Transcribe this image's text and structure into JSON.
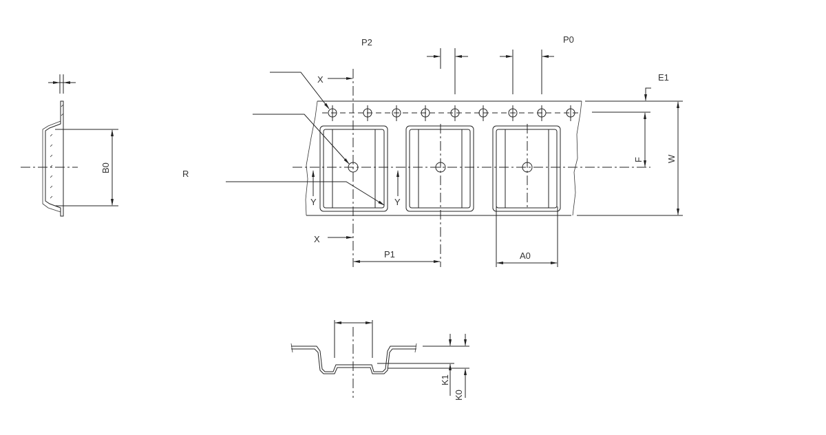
{
  "drawing": {
    "title": "Carrier tape dimensions",
    "labels": {
      "p2": "P2",
      "p0": "P0",
      "e1": "E1",
      "f": "F",
      "w": "W",
      "x_top": "X",
      "x_bottom": "X",
      "y_left": "Y",
      "y_right": "Y",
      "r": "R",
      "b0": "B0",
      "p1": "P1",
      "a0": "A0",
      "k1": "K1",
      "k0": "K0"
    }
  }
}
